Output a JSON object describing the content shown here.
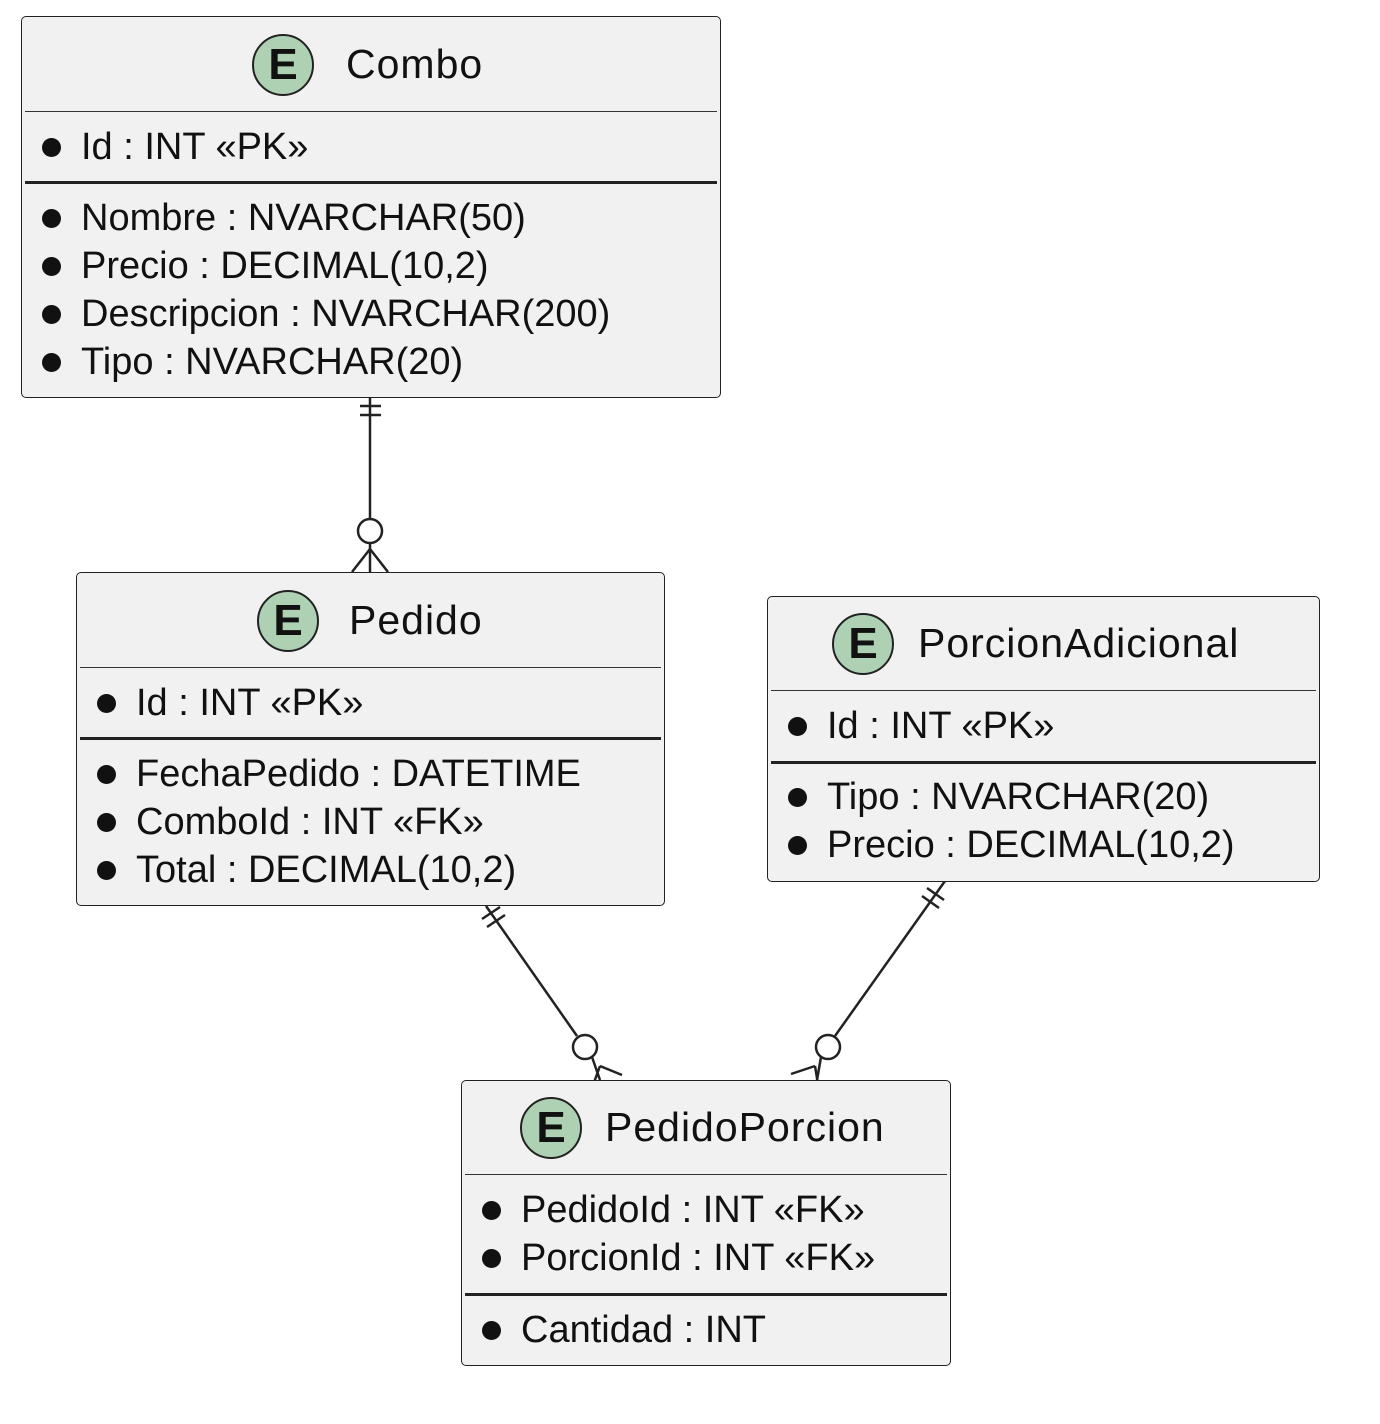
{
  "entities": {
    "combo": {
      "name": "Combo",
      "badge": "E",
      "keys": [
        "Id : INT «PK»"
      ],
      "attributes": [
        "Nombre : NVARCHAR(50)",
        "Precio : DECIMAL(10,2)",
        "Descripcion : NVARCHAR(200)",
        "Tipo : NVARCHAR(20)"
      ]
    },
    "pedido": {
      "name": "Pedido",
      "badge": "E",
      "keys": [
        "Id : INT «PK»"
      ],
      "attributes": [
        "FechaPedido : DATETIME",
        "ComboId : INT «FK»",
        "Total : DECIMAL(10,2)"
      ]
    },
    "porcion_adicional": {
      "name": "PorcionAdicional",
      "badge": "E",
      "keys": [
        "Id : INT «PK»"
      ],
      "attributes": [
        "Tipo : NVARCHAR(20)",
        "Precio : DECIMAL(10,2)"
      ]
    },
    "pedido_porcion": {
      "name": "PedidoPorcion",
      "badge": "E",
      "keys": [
        "PedidoId : INT «FK»",
        "PorcionId : INT «FK»"
      ],
      "attributes": [
        "Cantidad : INT"
      ]
    }
  },
  "relationships": [
    {
      "from": "Combo",
      "from_cardinality": "exactly-one",
      "to": "Pedido",
      "to_cardinality": "zero-or-many"
    },
    {
      "from": "Pedido",
      "from_cardinality": "exactly-one",
      "to": "PedidoPorcion",
      "to_cardinality": "zero-or-many"
    },
    {
      "from": "PorcionAdicional",
      "from_cardinality": "exactly-one",
      "to": "PedidoPorcion",
      "to_cardinality": "zero-or-many"
    }
  ]
}
